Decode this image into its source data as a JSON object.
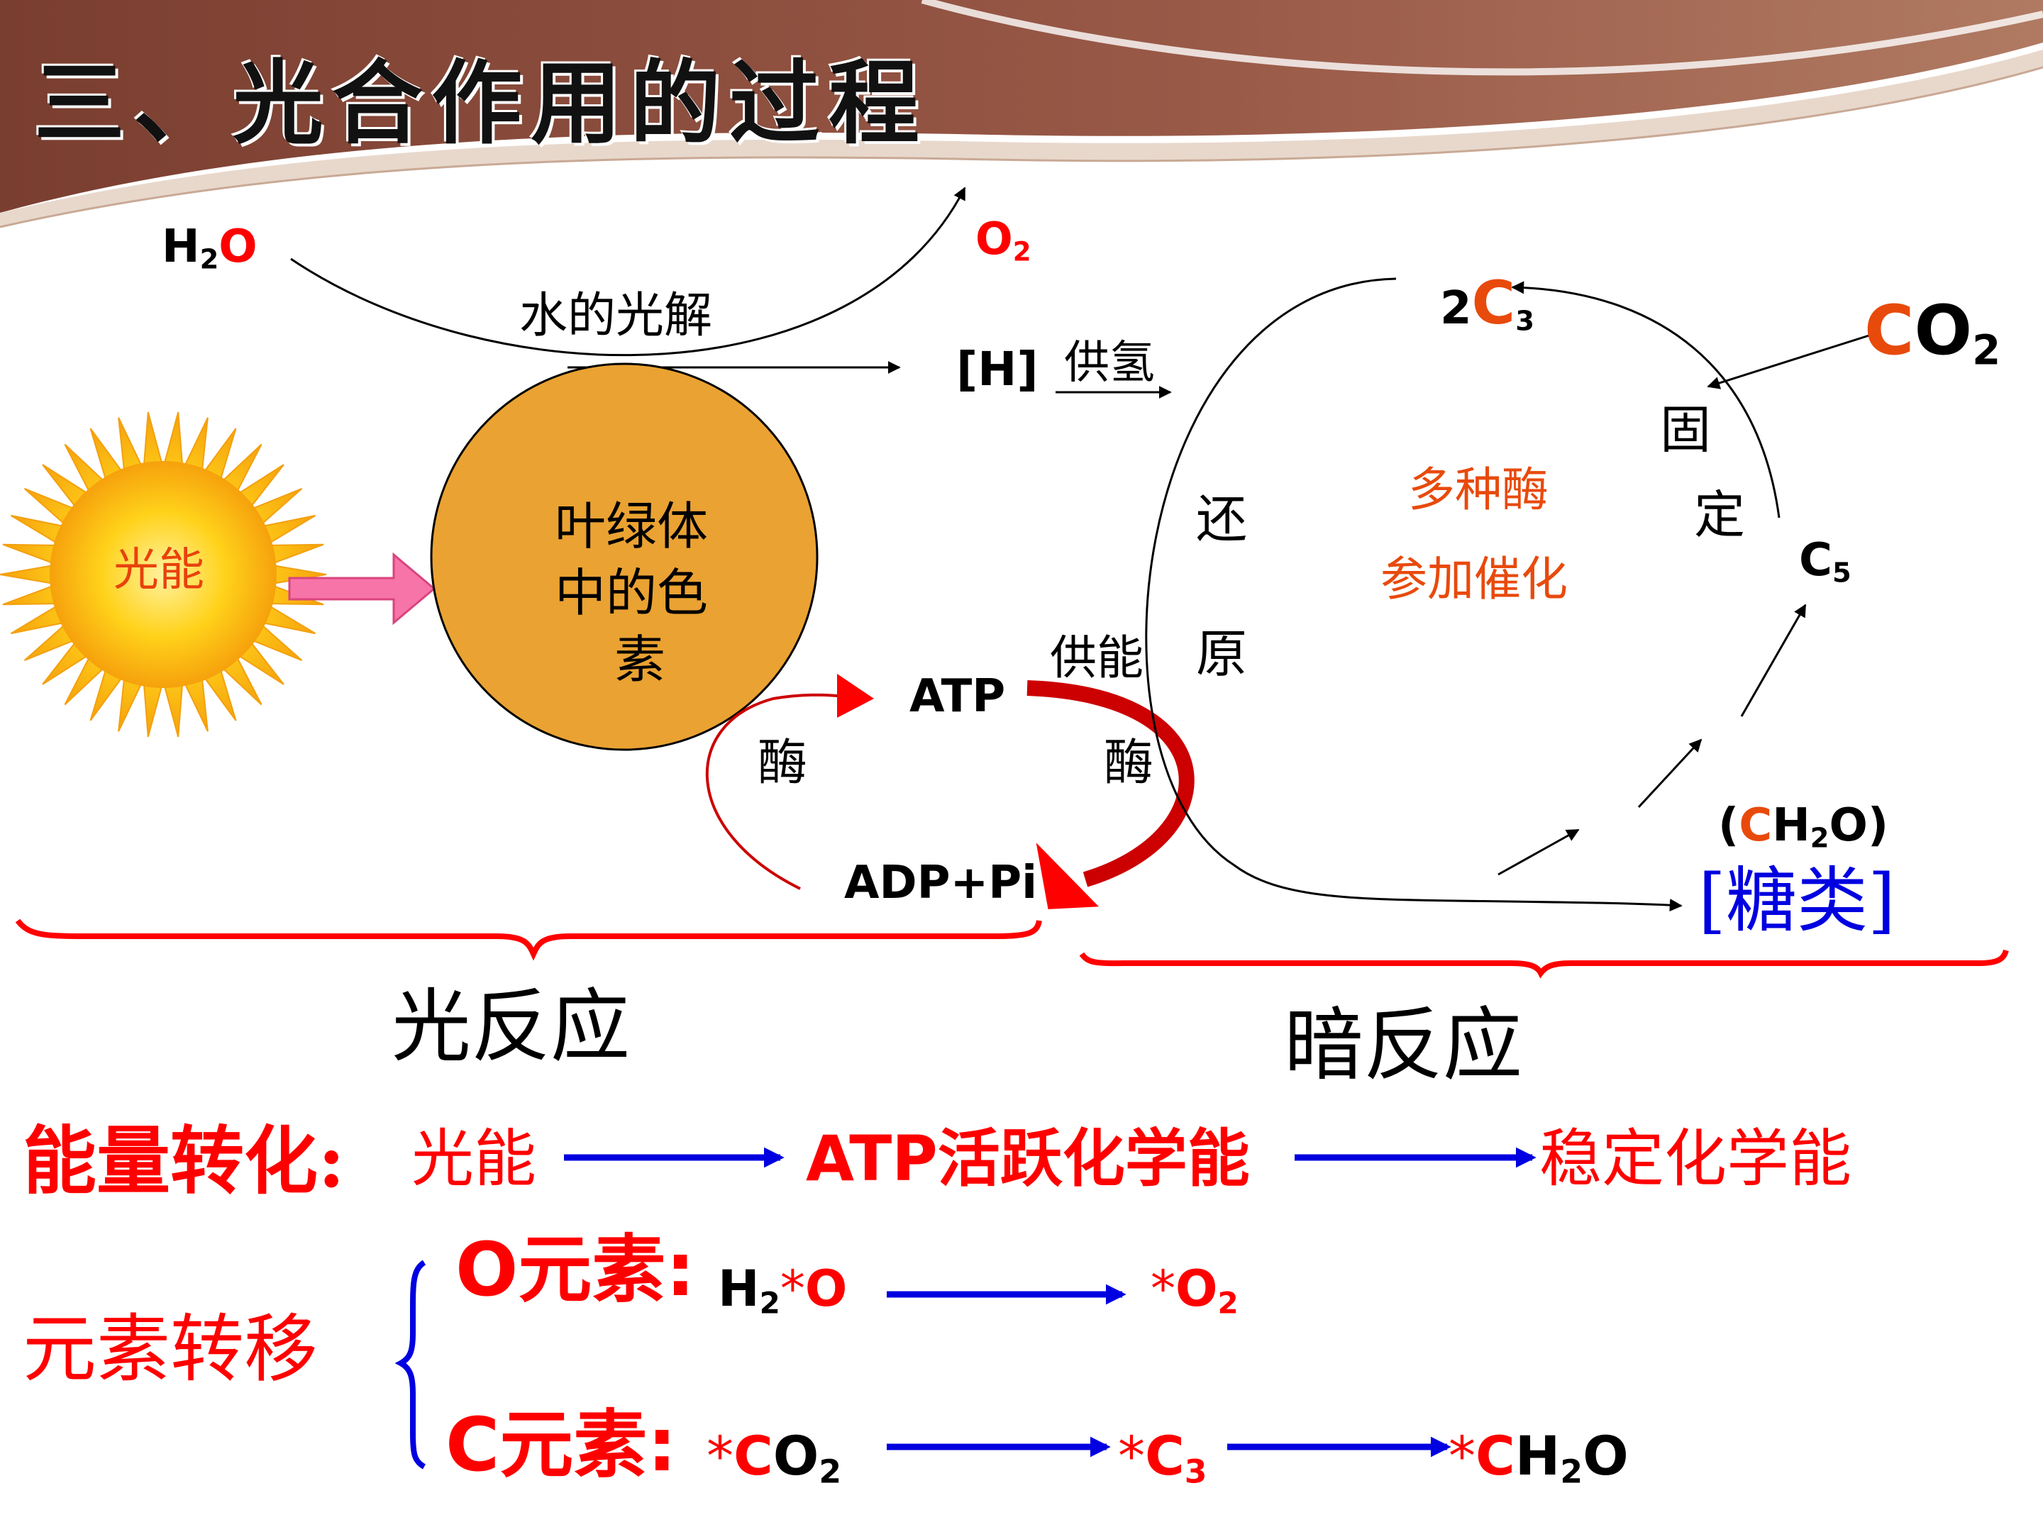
{
  "title": "三、光合作用的过程",
  "light_reaction": {
    "h2o": {
      "h": "H",
      "sub": "2",
      "o": "O"
    },
    "o2": {
      "o": "O",
      "sub": "2"
    },
    "water_photolysis": "水的光解",
    "h_label": "[H]",
    "supply_hydrogen": "供氢",
    "sun_label": "光能",
    "pigment_label_1": "叶绿体",
    "pigment_label_2": "中的色",
    "pigment_label_3": "素",
    "atp": "ATP",
    "adp_pi": "ADP+Pi",
    "enzyme_left": "酶",
    "enzyme_right": "酶",
    "supply_energy": "供能",
    "section_label": "光反应"
  },
  "dark_reaction": {
    "c3": {
      "coef": "2",
      "c": "C",
      "sub": "3"
    },
    "co2": {
      "c": "C",
      "o": "O",
      "sub": "2"
    },
    "fixation_1": "固",
    "fixation_2": "定",
    "c5": {
      "c": "C",
      "sub": "5"
    },
    "reduction_1": "还",
    "reduction_2": "原",
    "enzymes_1": "多种酶",
    "enzymes_2": "参加催化",
    "ch2o": {
      "open": "(",
      "c": "C",
      "h": "H",
      "sub": "2",
      "o": "O",
      "close": ")"
    },
    "sugar": "[糖类]",
    "section_label": "暗反应"
  },
  "energy_conversion": {
    "label": "能量转化:",
    "steps": [
      "光能",
      "ATP活跃化学能",
      "稳定化学能"
    ]
  },
  "element_transfer": {
    "label": "元素转移",
    "o_element": {
      "label": "O元素:",
      "from": {
        "h": "H",
        "sub": "2",
        "star": "*",
        "o": "O"
      },
      "to": {
        "star": "*",
        "o": "O",
        "sub": "2"
      }
    },
    "c_element": {
      "label": "C元素:",
      "from": {
        "star": "*",
        "c": "C",
        "o": "O",
        "sub": "2"
      },
      "mid": {
        "star": "*",
        "c": "C",
        "sub": "3"
      },
      "to": {
        "star": "*",
        "c": "C",
        "h": "H",
        "sub": "2",
        "o": "O"
      }
    }
  },
  "colors": {
    "red": "#ff0000",
    "blue": "#0000e0",
    "orange_text": "#e84a0c",
    "pigment_fill": "#eaa232",
    "banner": "#8a5040"
  }
}
